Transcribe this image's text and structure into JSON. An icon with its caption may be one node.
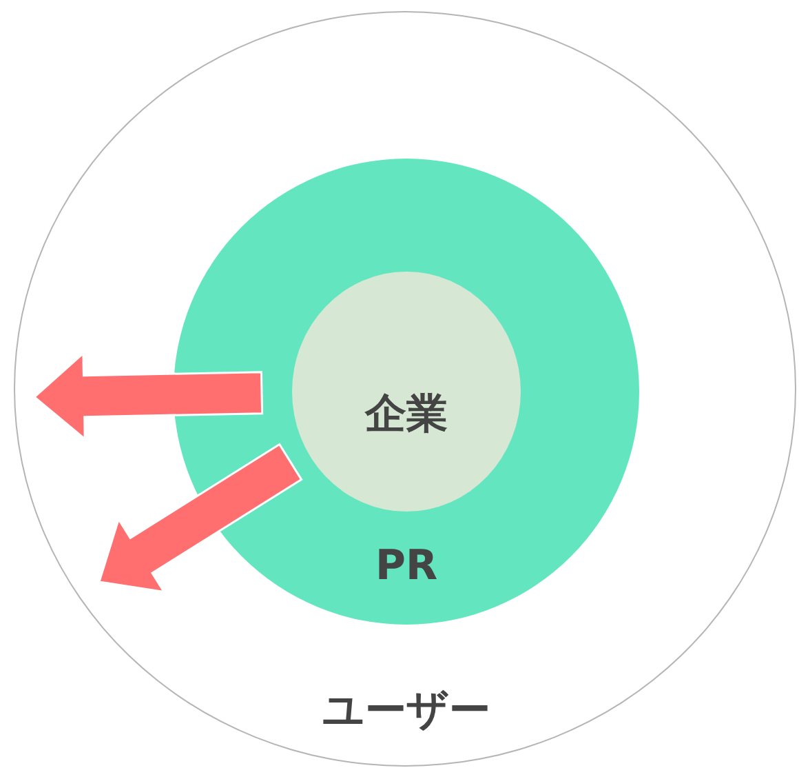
{
  "diagram": {
    "nodes": [
      {
        "text": [
          "ユーザー"
        ]
      },
      {
        "text": [
          "PR"
        ],
        "in": 0
      },
      {
        "text": [
          "企業"
        ],
        "in": 1
      }
    ],
    "edges": [
      {
        "from": 2,
        "to": null,
        "arrow": "to"
      },
      {
        "from": 2,
        "to": null,
        "arrow": "to"
      }
    ]
  }
}
